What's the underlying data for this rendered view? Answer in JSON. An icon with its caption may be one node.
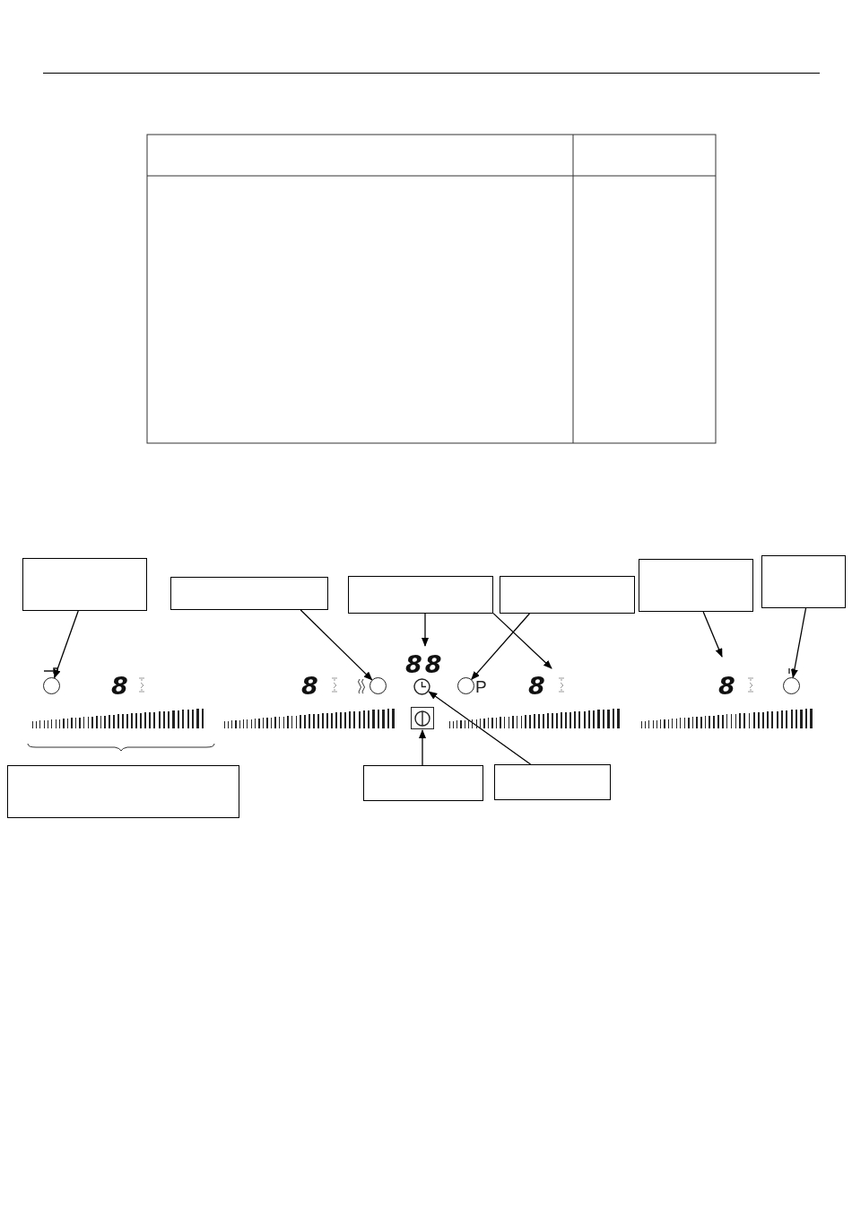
{
  "diagram": {
    "nodes": [
      {
        "text": [],
        "shape": "box"
      },
      {
        "text": [],
        "shape": "box"
      },
      {
        "text": [],
        "shape": "box"
      },
      {
        "text": [],
        "shape": "box"
      },
      {
        "text": [],
        "shape": "box"
      },
      {
        "text": [],
        "shape": "box"
      },
      {
        "text": [],
        "shape": "circle"
      },
      {
        "text": [],
        "shape": "circle"
      },
      {
        "text": [
          "88"
        ]
      },
      {
        "text": [],
        "shape": "circle"
      },
      {
        "text": [],
        "shape": "circle",
        "beside": [
          "P"
        ]
      },
      {
        "text": [
          "8"
        ]
      },
      {
        "text": [
          "8"
        ]
      },
      {
        "text": [],
        "shape": "circle"
      },
      {
        "text": [],
        "shape": "box"
      },
      {
        "text": [],
        "shape": "box"
      },
      {
        "text": [],
        "shape": "box"
      },
      {
        "text": [],
        "shape": "box"
      }
    ],
    "edges": [
      {
        "from": 0,
        "to": 6,
        "arrow": "to"
      },
      {
        "from": 1,
        "to": 7,
        "arrow": "to"
      },
      {
        "from": 2,
        "to": 8,
        "arrow": "to"
      },
      {
        "from": 2,
        "to": 11,
        "arrow": "to"
      },
      {
        "from": 3,
        "to": 10,
        "arrow": "to"
      },
      {
        "from": 4,
        "to": 12,
        "arrow": "to"
      },
      {
        "from": 5,
        "to": 13,
        "arrow": "to"
      },
      {
        "from": 16,
        "to": 14,
        "arrow": "to"
      },
      {
        "from": 17,
        "to": 9,
        "arrow": "to"
      }
    ],
    "labels": [
      "8",
      "8"
    ]
  }
}
